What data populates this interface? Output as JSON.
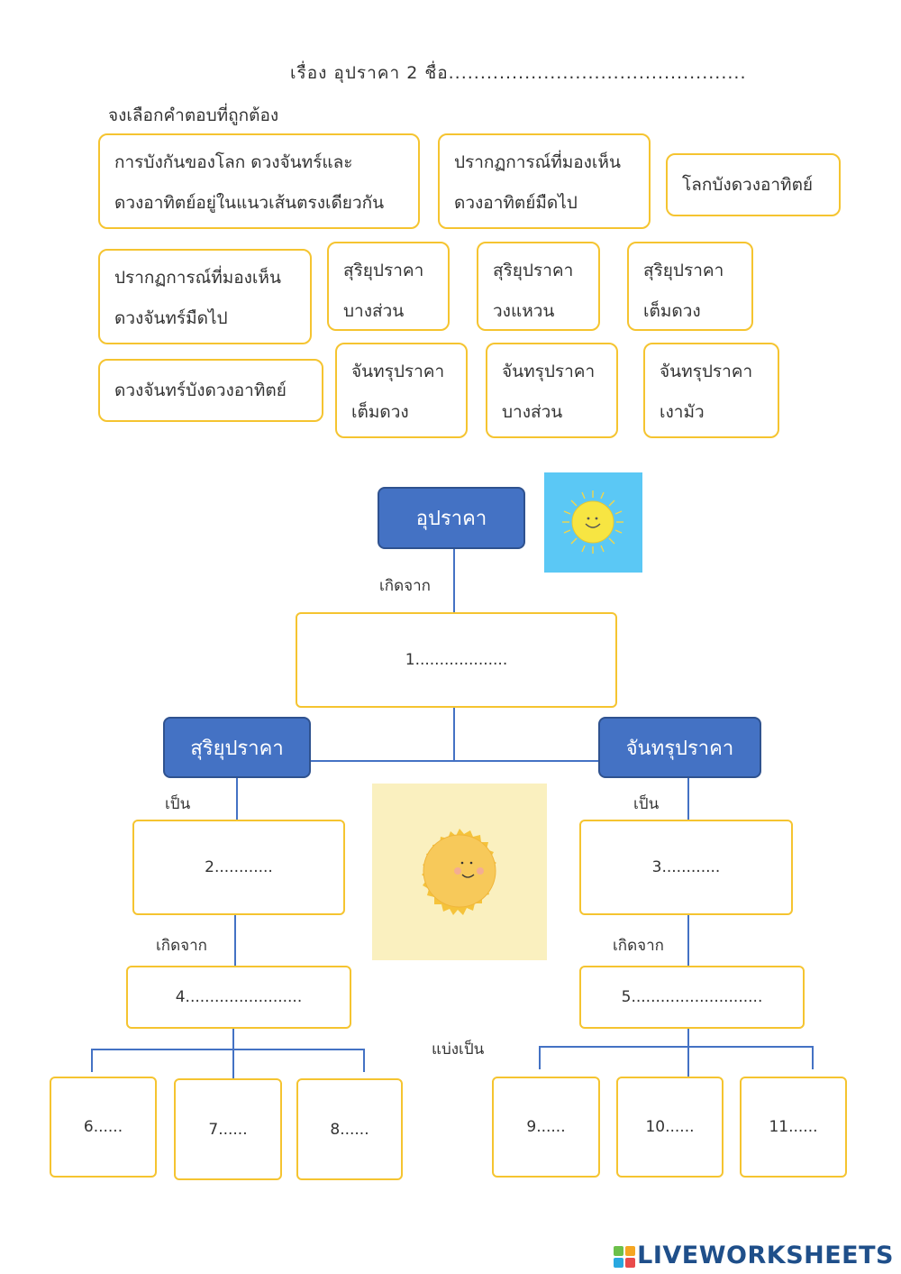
{
  "header": {
    "title": "เรื่อง  อุปราคา  2  ชื่อ..............................................."
  },
  "instruction": "จงเลือกคำตอบที่ถูกต้อง",
  "choices": [
    {
      "line1": "การบังกันของโลก  ดวงจันทร์และ",
      "line2": "ดวงอาทิตย์อยู่ในแนวเส้นตรงเดียวกัน"
    },
    {
      "line1": "ปรากฏการณ์ที่มองเห็น",
      "line2": "ดวงอาทิตย์มืดไป"
    },
    {
      "line1": "โลกบังดวงอาทิตย์"
    },
    {
      "line1": "ปรากฏการณ์ที่มองเห็น",
      "line2": "ดวงจันทร์มืดไป"
    },
    {
      "line1": "สุริยุปราคา",
      "line2": "บางส่วน"
    },
    {
      "line1": "สุริยุปราคา",
      "line2": "วงแหวน"
    },
    {
      "line1": "สุริยุปราคา",
      "line2": "เต็มดวง"
    },
    {
      "line1": "ดวงจันทร์บังดวงอาทิตย์"
    },
    {
      "line1": "จันทรุปราคา",
      "line2": "เต็มดวง"
    },
    {
      "line1": "จันทรุปราคา",
      "line2": "บางส่วน"
    },
    {
      "line1": "จันทรุปราคา",
      "line2": "เงามัว"
    }
  ],
  "diagram": {
    "root": "อุปราคา",
    "solar": "สุริยุปราคา",
    "lunar": "จันทรุปราคา",
    "caused_by": "เกิดจาก",
    "is": "เป็น",
    "divided_into": "แบ่งเป็น",
    "blanks": {
      "b1": "1...................",
      "b2": "2............",
      "b3": "3............",
      "b4": "4........................",
      "b5": "5...........................",
      "b6": "6......",
      "b7": "7......",
      "b8": "8......",
      "b9": "9......",
      "b10": "10......",
      "b11": "11......"
    }
  },
  "footer": {
    "brand": "LIVEWORKSHEETS"
  },
  "colors": {
    "accent_border": "#f5c430",
    "box_blue": "#4472c4",
    "sky_blue": "#5bc8f5",
    "cream": "#faf0bf"
  },
  "icons": [
    "sun-icon",
    "smiling-sun-icon",
    "liveworksheets-logo-icon"
  ]
}
